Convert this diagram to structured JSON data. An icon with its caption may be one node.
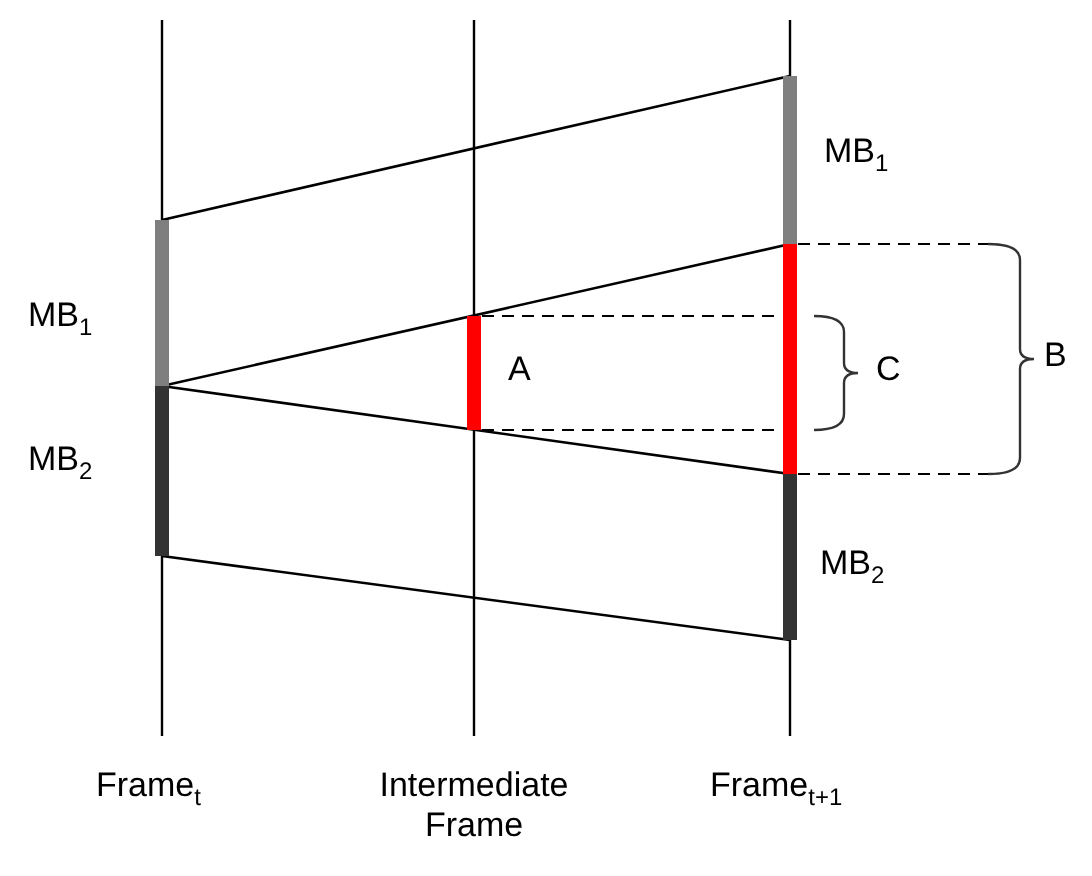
{
  "diagram": {
    "labels": [
      "MB$_{1}$",
      "MB$_{1}$",
      "A",
      "C",
      "B",
      "MB$_{2}$",
      "MB$_{2}$",
      "Frame$_{t}$",
      "Intermediate Frame",
      "Frame$_{t+1}$"
    ]
  }
}
